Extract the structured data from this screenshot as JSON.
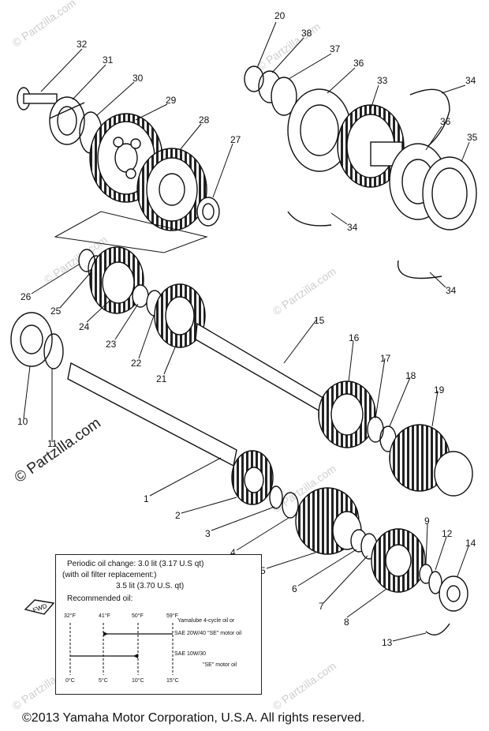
{
  "watermark": {
    "site": "© Partzilla.com",
    "brand": "Partzilla.com"
  },
  "callouts": {
    "n1": "1",
    "n2": "2",
    "n3": "3",
    "n4": "4",
    "n5": "5",
    "n6": "6",
    "n7": "7",
    "n8": "8",
    "n9": "9",
    "n10": "10",
    "n11": "11",
    "n12": "12",
    "n13": "13",
    "n14": "14",
    "n15": "15",
    "n16": "16",
    "n17": "17",
    "n18": "18",
    "n19": "19",
    "n20": "20",
    "n21": "21",
    "n22": "22",
    "n23": "23",
    "n24": "24",
    "n25": "25",
    "n26": "26",
    "n27": "27",
    "n28": "28",
    "n29": "29",
    "n30": "30",
    "n31": "31",
    "n32": "32",
    "n33": "33",
    "n34a": "34",
    "n34b": "34",
    "n34c": "34",
    "n35": "35",
    "n36a": "36",
    "n36b": "36",
    "n37": "37",
    "n38": "38"
  },
  "oil_note": {
    "line1": "Periodic oil change: 3.0 lit (3.17 U.S qt)",
    "line2": "(with oil filter replacement:)",
    "line3": "3.5 lit (3.70 U.S. qt)",
    "line4": "Recommended oil:",
    "temps_f": [
      "32°F",
      "41°F",
      "50°F",
      "59°F"
    ],
    "temps_c": [
      "0°C",
      "5°C",
      "10°C",
      "15°C"
    ],
    "oil_a": "Yamalube 4-cycle oil or",
    "oil_b": "SAE 20W/40 \"SE\" motor oil",
    "oil_c": "SAE 10W/30",
    "oil_d": "\"SE\" motor oil"
  },
  "fwd_label": "FWD",
  "copyright": "©2013  Yamaha Motor Corporation, U.S.A. All rights reserved."
}
